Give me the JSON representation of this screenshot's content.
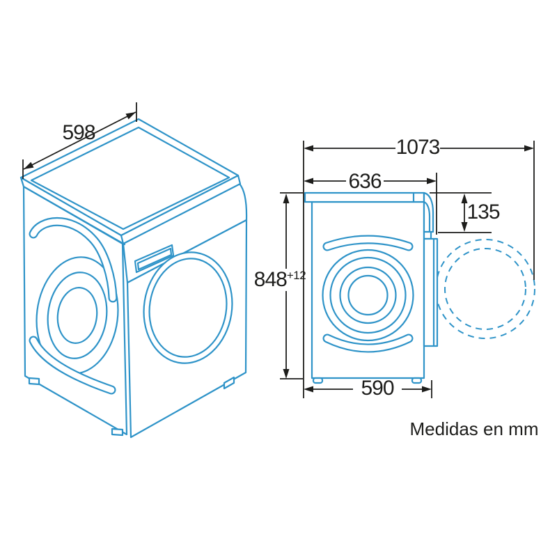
{
  "note": "Medidas en mm",
  "dimensions": {
    "front_width": "598",
    "depth_door_open": "1073",
    "depth_total": "636",
    "top_to_door": "135",
    "height": "848",
    "height_tolerance": "+12",
    "base_depth": "590"
  },
  "colors": {
    "outline_blue": "#2E93C8",
    "dimension_dark": "#1D1D1B",
    "background": "#FFFFFF"
  }
}
